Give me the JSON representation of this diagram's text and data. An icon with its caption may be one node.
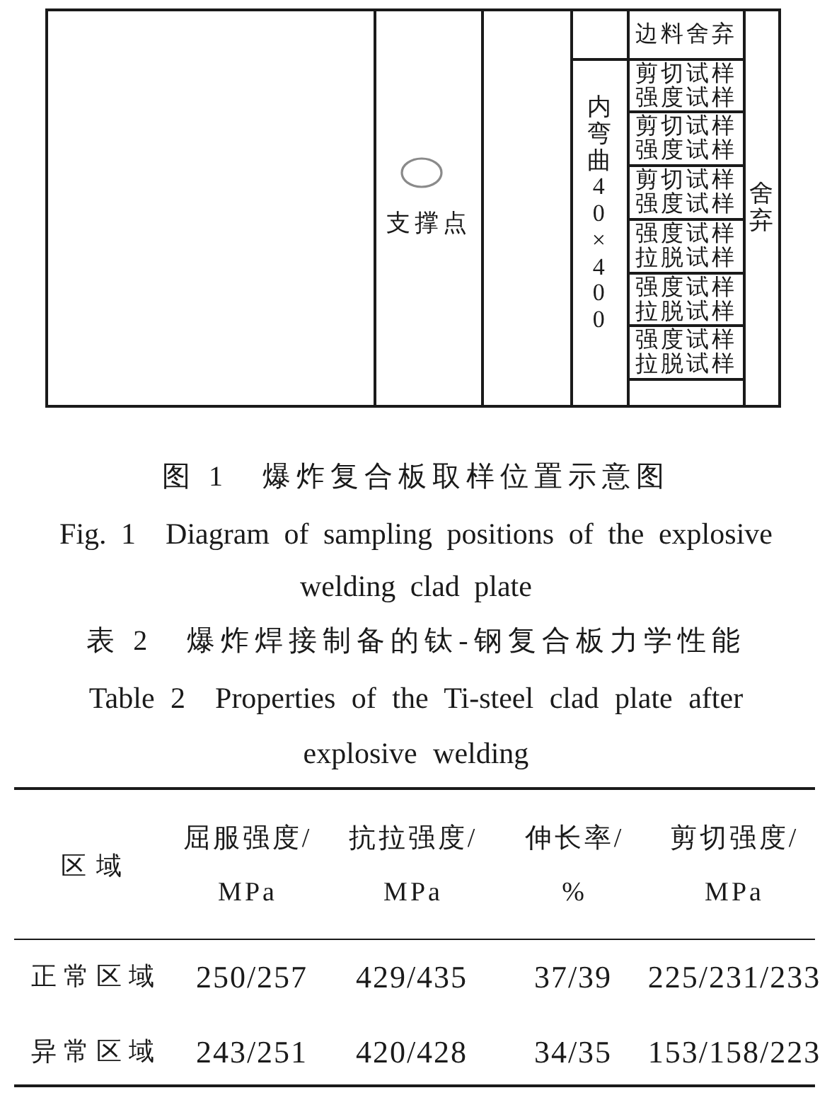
{
  "diagram": {
    "caption": "图 1　爆炸复合板取样位置示意图",
    "nodes": [
      {
        "text": [],
        "shape": "box"
      },
      {
        "text": [
          "支撑点"
        ],
        "in": 0
      },
      {
        "text": [
          "内弯曲40×400"
        ],
        "in": 0
      },
      {
        "text": [
          "边料舍弃"
        ],
        "in": 0
      },
      {
        "text": [
          "剪切试样强度试样"
        ],
        "in": 0
      },
      {
        "text": [
          "剪切试样强度试样"
        ],
        "in": 0
      },
      {
        "text": [
          "剪切试样强度试样"
        ],
        "in": 0
      },
      {
        "text": [
          "强度试样拉脱试样"
        ],
        "in": 0
      },
      {
        "text": [
          "强度试样拉脱试样"
        ],
        "in": 0
      },
      {
        "text": [
          "强度试样拉脱试样"
        ],
        "in": 0
      },
      {
        "text": [
          "舍弃"
        ],
        "in": 0
      }
    ],
    "labels": [
      "Fig. 1　Diagram of sampling positions of the explosive welding clad plate",
      "表 2　爆炸焊接制备的钛-钢复合板力学性能",
      "Table 2　Properties of the Ti-steel clad plate after explosive welding",
      "区域",
      "屈服强度/MPa",
      "抗拉强度/MPa",
      "伸长率/%",
      "剪切强度/MPa",
      "正常区域",
      "250/257",
      "429/435",
      "37/39",
      "225/231/233",
      "异常区域",
      "243/251",
      "420/428",
      "34/35",
      "153/158/223"
    ]
  }
}
